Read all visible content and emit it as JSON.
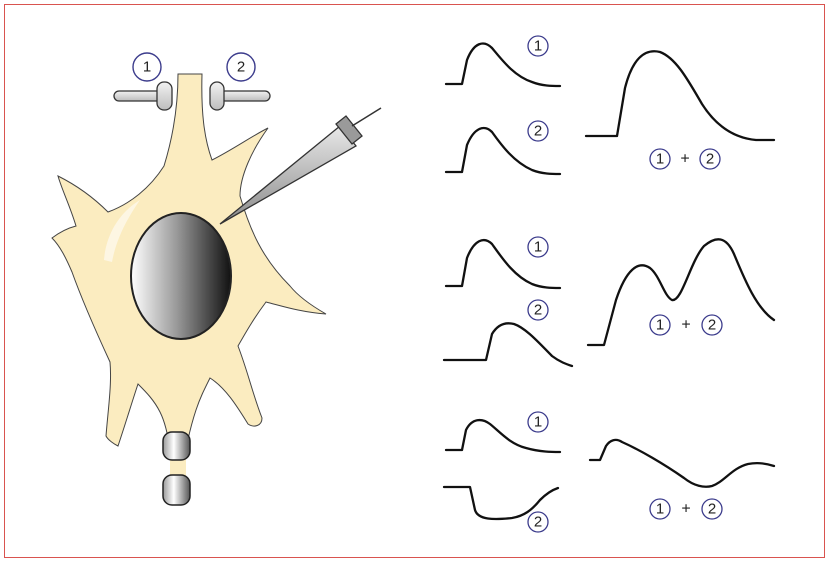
{
  "colors": {
    "frame": "#d9534f",
    "cell_fill": "#fbecc0",
    "cell_stroke": "#333333",
    "label_circle": "#3c3c8c",
    "trace": "#111111"
  },
  "labels": {
    "one": "1",
    "two": "2",
    "plus": "+"
  },
  "icons": {
    "neuron": "neuron-illustration",
    "electrode": "recording-electrode",
    "synapse": "presynaptic-terminal"
  }
}
